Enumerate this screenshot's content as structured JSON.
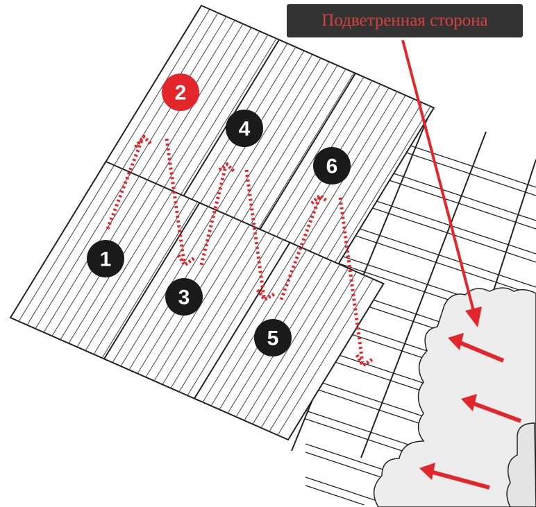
{
  "label": {
    "text": "Подветренная сторона"
  },
  "sheets": [
    {
      "number": "1",
      "color": "#1a1a1a"
    },
    {
      "number": "2",
      "color": "#e3262b"
    },
    {
      "number": "3",
      "color": "#1a1a1a"
    },
    {
      "number": "4",
      "color": "#1a1a1a"
    },
    {
      "number": "5",
      "color": "#1a1a1a"
    },
    {
      "number": "6",
      "color": "#1a1a1a"
    }
  ],
  "colors": {
    "accent": "#e3262b",
    "cloud": "#ededed",
    "label_bg": "#333333"
  }
}
